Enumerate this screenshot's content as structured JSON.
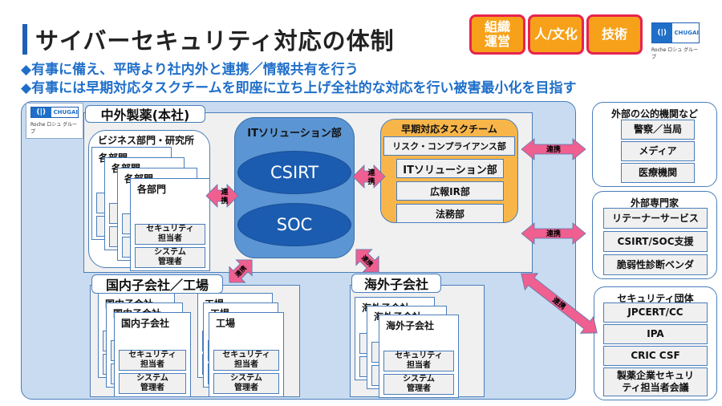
{
  "header": {
    "title": "サイバーセキュリティ対応の体制",
    "bullets": [
      "◆有事に備え、平時より社内外と連携／情報共有を行う",
      "◆有事には早期対応タスクチームを即座に立ち上げ全社的な対応を行い被害最小化を目指す"
    ],
    "tags": [
      {
        "line1": "組織",
        "line2": "運営"
      },
      {
        "line1": "人/文化",
        "line2": ""
      },
      {
        "line1": "技術",
        "line2": ""
      }
    ],
    "logo": {
      "mark": "(|)",
      "name": "CHUGAI",
      "sub": "Roche ロシュ グループ"
    }
  },
  "colors": {
    "accent": "#1f6fc9",
    "tag_fill": "#f7a11a",
    "tag_border": "#e8234f",
    "arrow": "#ef5f8f",
    "task_team": "#f8b64a",
    "it_dept": "#5b95d3",
    "ellipse": "#1b5cb0",
    "outer": "#c8dbf0"
  },
  "hq": {
    "label": "中外製薬(本社)",
    "business": {
      "label": "ビジネス部門・研究所",
      "card_title": "各部門",
      "security": "セキュリティ\n担当者",
      "security_l1": "セキュリティ",
      "security_l2": "担当者",
      "sysadmin_l1": "システム",
      "sysadmin_l2": "管理者"
    },
    "it": {
      "label": "ITソリューション部",
      "csirt": "CSIRT",
      "soc": "SOC"
    },
    "task": {
      "label": "早期対応タスクチーム",
      "members": [
        "リスク・コンプライアンス部",
        "ITソリューション部",
        "広報IR部",
        "法務部"
      ]
    }
  },
  "domestic": {
    "label": "国内子会社／工場",
    "subsidiary": "国内子会社",
    "factory": "工場"
  },
  "overseas": {
    "label": "海外子会社",
    "subsidiary": "海外子会社"
  },
  "common": {
    "security_l1": "セキュリティ",
    "security_l2": "担当者",
    "sysadmin_l1": "システム",
    "sysadmin_l2": "管理者"
  },
  "arrow_label": "連携",
  "arrow_label_v1": "連",
  "arrow_label_v2": "携",
  "external": [
    {
      "title": "外部の公的機関など",
      "items": [
        "警察／当局",
        "メディア",
        "医療機関"
      ]
    },
    {
      "title": "外部専門家",
      "items": [
        "リテーナーサービス",
        "CSIRT/SOC支援",
        "脆弱性診断ベンダ"
      ]
    },
    {
      "title": "セキュリティ団体",
      "items": [
        "JPCERT/CC",
        "IPA",
        "CRIC CSF"
      ],
      "last_l1": "製薬企業セキュリ",
      "last_l2": "ティ担当者会議"
    }
  ]
}
